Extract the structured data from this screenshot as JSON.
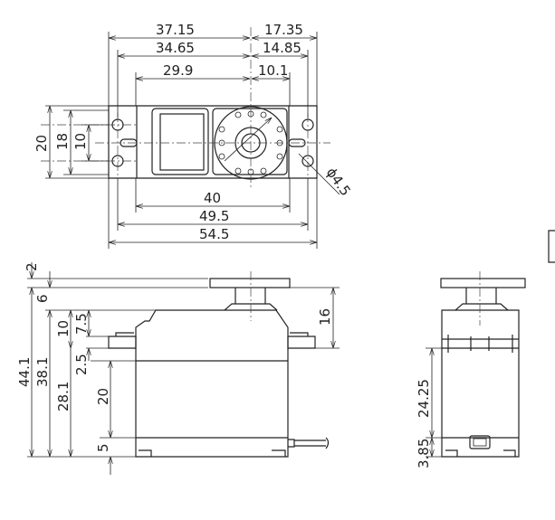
{
  "top_view": {
    "width_dims": {
      "left_overall": "37.15",
      "right_overall": "17.35",
      "left_hole": "34.65",
      "right_hole": "14.85",
      "left_body": "29.9",
      "right_body": "10.1"
    },
    "bottom_dims": {
      "body": "40",
      "hole_spacing": "49.5",
      "overall": "54.5"
    },
    "height_dims": {
      "overall": "20",
      "hole_spacing": "18",
      "slot": "10"
    },
    "hole_diameter": "ϕ4.5"
  },
  "side_view": {
    "dims": {
      "horn": "2",
      "horn_height": "6",
      "overall": "44.1",
      "to_horn": "38.1",
      "case": "28.1",
      "top_to_tab": "10",
      "top_to_tab_top": "7.5",
      "tab": "2.5",
      "lower": "20",
      "bottom": "5",
      "tab_to_horn": "16"
    }
  },
  "front_view": {
    "dims": {
      "height": "24.25",
      "bottom": "3.85"
    }
  }
}
